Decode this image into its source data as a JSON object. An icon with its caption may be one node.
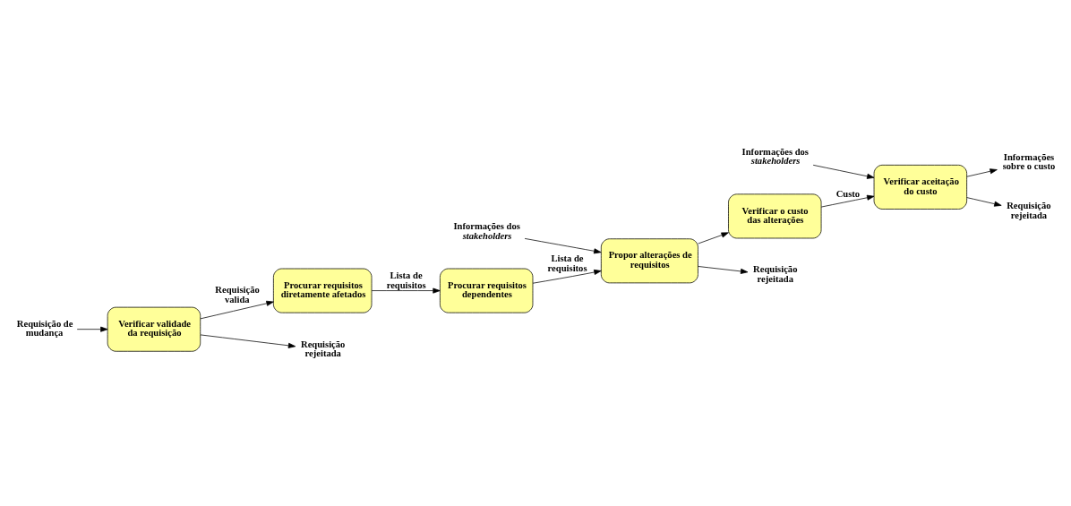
{
  "diagram": {
    "nodes": [
      {
        "text": [
          "Verificar validade da requisição"
        ]
      },
      {
        "text": [
          "Procurar requisitos diretamente afetados"
        ]
      },
      {
        "text": [
          "Procurar requisitos dependentes"
        ]
      },
      {
        "text": [
          "Propor alterações de requisitos"
        ]
      },
      {
        "text": [
          "Verificar o custo das alterações"
        ]
      },
      {
        "text": [
          "Verificar aceitação do custo"
        ]
      },
      {
        "text": [
          "Requisição de mudança"
        ]
      },
      {
        "text": [
          "Requisição rejeitada"
        ]
      },
      {
        "text": [
          "Requisição rejeitada"
        ]
      },
      {
        "text": [
          "Informações dos *stakeholders*"
        ]
      },
      {
        "text": [
          "Informações sobre o custo"
        ]
      },
      {
        "text": [
          "Requisição rejeitada"
        ]
      },
      {
        "text": [
          "Informações dos *stakeholders*"
        ]
      }
    ],
    "edges": [
      {
        "from": 6,
        "to": 0,
        "arrow": "to"
      },
      {
        "from": 0,
        "to": 7,
        "arrow": "to"
      },
      {
        "from": 0,
        "to": 1,
        "arrow": "to",
        "label": "Requisição valida"
      },
      {
        "from": 1,
        "to": 2,
        "arrow": "to",
        "label": "Lista de requisitos"
      },
      {
        "from": 2,
        "to": 3,
        "arrow": "to",
        "label": "Lista de requisitos"
      },
      {
        "from": 3,
        "to": 4,
        "arrow": "to"
      },
      {
        "from": 3,
        "to": 8,
        "arrow": "to"
      },
      {
        "from": 9,
        "to": 3,
        "arrow": "to"
      },
      {
        "from": 4,
        "to": 5,
        "arrow": "to",
        "label": "Custo"
      },
      {
        "from": 5,
        "to": 10,
        "arrow": "to"
      },
      {
        "from": 5,
        "to": 11,
        "arrow": "to"
      },
      {
        "from": 12,
        "to": 5,
        "arrow": "to"
      }
    ]
  }
}
